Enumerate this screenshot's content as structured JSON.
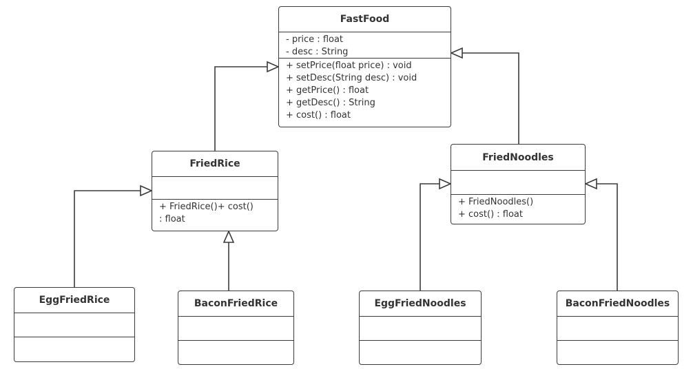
{
  "classes": {
    "fastfood": {
      "name": "FastFood",
      "attributes": [
        "- price : float",
        "- desc : String"
      ],
      "operations": [
        "+ setPrice(float price) : void",
        "+ setDesc(String desc) : void",
        "+ getPrice() : float",
        "+ getDesc() : String",
        "+ cost() : float"
      ]
    },
    "friedrice": {
      "name": "FriedRice",
      "attributes": [],
      "operations": [
        "+ FriedRice()+ cost()",
        ": float"
      ]
    },
    "friednoodles": {
      "name": "FriedNoodles",
      "attributes": [],
      "operations": [
        "+ FriedNoodles()",
        "+ cost() : float"
      ]
    },
    "eggfriedrice": {
      "name": "EggFriedRice"
    },
    "baconfriedrice": {
      "name": "BaconFriedRice"
    },
    "eggfriednoodles": {
      "name": "EggFriedNoodles"
    },
    "baconfriednoodles": {
      "name": "BaconFriedNoodles"
    }
  },
  "relations": [
    {
      "type": "generalization",
      "from": "FriedRice",
      "to": "FastFood"
    },
    {
      "type": "generalization",
      "from": "FriedNoodles",
      "to": "FastFood"
    },
    {
      "type": "generalization",
      "from": "EggFriedRice",
      "to": "FriedRice"
    },
    {
      "type": "generalization",
      "from": "BaconFriedRice",
      "to": "FriedRice"
    },
    {
      "type": "generalization",
      "from": "EggFriedNoodles",
      "to": "FriedNoodles"
    },
    {
      "type": "generalization",
      "from": "BaconFriedNoodles",
      "to": "FriedNoodles"
    }
  ],
  "colors": {
    "stroke": "#3a3a3a",
    "text": "#333333",
    "background": "#ffffff"
  }
}
